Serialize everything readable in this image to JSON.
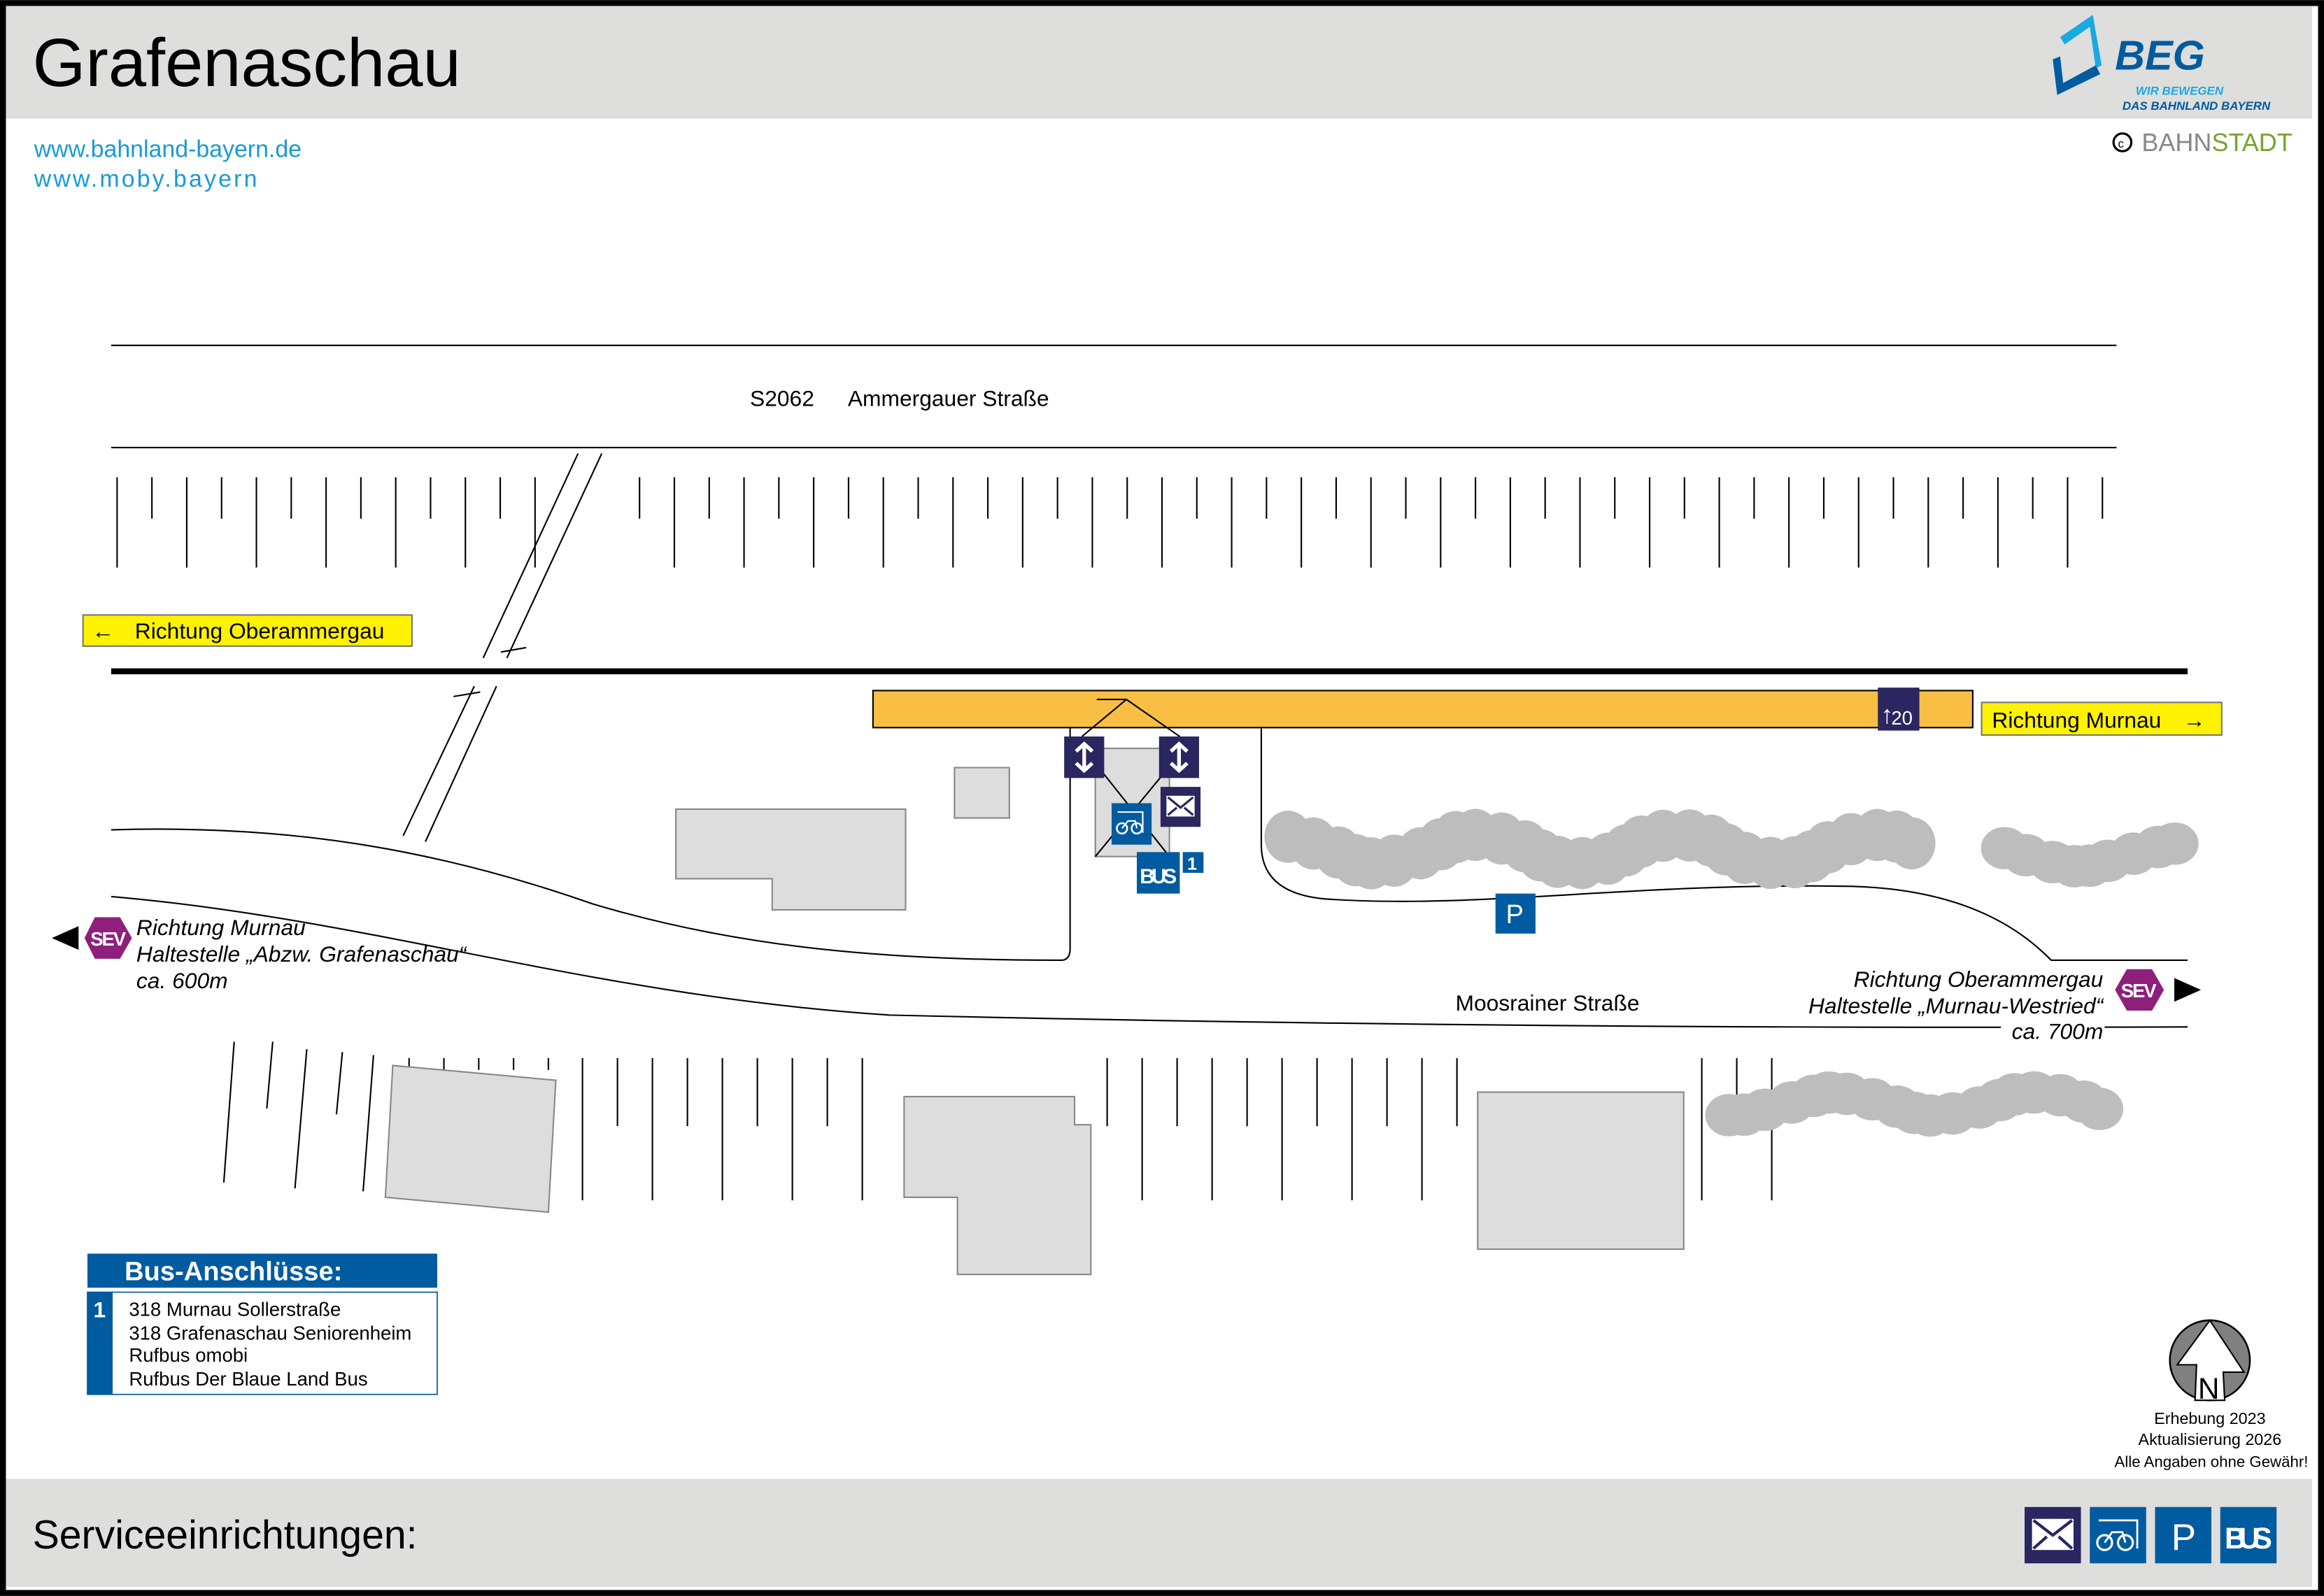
{
  "header": {
    "title": "Grafenaschau",
    "links": [
      "www.bahnland-bayern.de",
      "www.moby.bayern"
    ]
  },
  "logo": {
    "name": "BEG",
    "tagline1": "WIR BEWEGEN",
    "tagline2": "DAS BAHNLAND BAYERN",
    "copyright_a": "BAHN",
    "copyright_b": "STADT"
  },
  "map": {
    "road_top_number": "S2062",
    "road_top_name": "Ammergauer Straße",
    "road_bottom_name": "Moosrainer Straße",
    "direction_left": "Richtung Oberammergau",
    "direction_right": "Richtung Murnau",
    "platform_badge": "20",
    "bus_stop_number": "1",
    "bus_label": "BUS",
    "parking_label": "P",
    "sev_label": "SEV",
    "sev_left": [
      "Richtung Murnau",
      "Haltestelle „Abzw. Grafenaschau“",
      "ca. 600m"
    ],
    "sev_right": [
      "Richtung Oberammergau",
      "Haltestelle „Murnau-Westried“",
      "ca. 700m"
    ]
  },
  "bus_connections": {
    "title": "Bus-Anschlüsse:",
    "stop": "1",
    "lines": [
      "318 Murnau Sollerstraße",
      "318 Grafenaschau Seniorenheim",
      "Rufbus omobi",
      "Rufbus Der Blaue Land Bus"
    ]
  },
  "info": {
    "north": "N",
    "survey": "Erhebung 2023",
    "update": "Aktualisierung 2026",
    "disclaimer": "Alle Angaben ohne Gewähr!"
  },
  "footer": {
    "title": "Serviceeinrichtungen:",
    "icons": [
      "mail-icon",
      "bike-parking-icon",
      "parking-icon",
      "bus-icon"
    ],
    "parking": "P",
    "bus": "BUS"
  },
  "colors": {
    "platform": "#F9BE44",
    "sign_yellow": "#FFF200",
    "blue": "#005BA0",
    "navy": "#2A2660",
    "sev": "#8E1F7C",
    "gray_band": "#DEDEDD"
  }
}
